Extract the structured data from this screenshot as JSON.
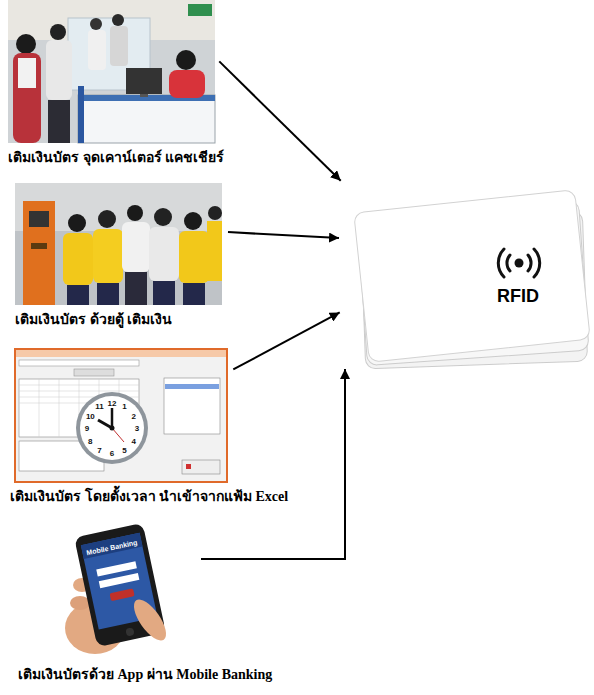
{
  "diagram": {
    "nodes": [
      {
        "text": [
          "เติมเงินบัตร จุดเคาน์เตอร์ แคชเชียร์"
        ]
      },
      {
        "text": [
          "เติมเงินบัตร ด้วยตู้ เติมเงิน"
        ]
      },
      {
        "text": [
          "เติมเงินบัตร โดยตั้งเวลา นำเข้าจากแฟ้ม Excel"
        ]
      },
      {
        "text": [
          "เติมเงินบัตรด้วย App ผ่าน Mobile Banking"
        ]
      },
      {
        "text": [
          "RFID"
        ]
      }
    ],
    "edges": [
      {
        "from": 0,
        "to": 4,
        "arrow": "to"
      },
      {
        "from": 1,
        "to": 4,
        "arrow": "to"
      },
      {
        "from": 2,
        "to": 4,
        "arrow": "to"
      },
      {
        "from": 3,
        "to": 4,
        "arrow": "to"
      }
    ],
    "labels": [
      "12",
      "1",
      "2",
      "3",
      "4",
      "5",
      "6",
      "7",
      "8",
      "9",
      "10",
      "11",
      "Mobile Banking"
    ]
  }
}
